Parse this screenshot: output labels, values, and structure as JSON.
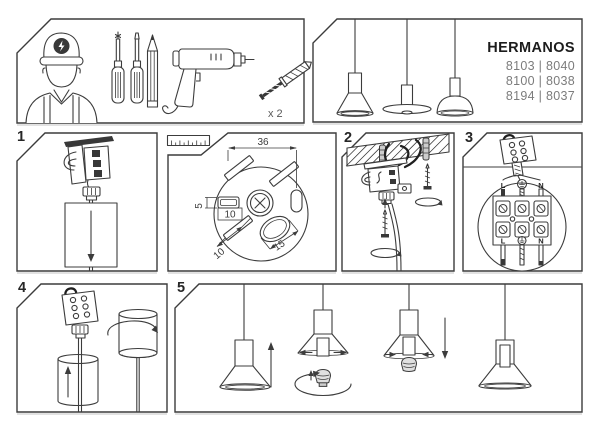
{
  "colors": {
    "line": "#3c3c3c",
    "text_dark": "#1c1c1c",
    "text_muted": "#7c7c7c"
  },
  "product": {
    "brand": "HERMANOS",
    "models": [
      "8103 | 8040",
      "8100 | 8038",
      "8194 | 8037"
    ]
  },
  "requirements": {
    "anchor_qty": "x 2",
    "icons": [
      "electrician-icon",
      "phillips-screwdriver-icon",
      "flat-screwdriver-icon",
      "pencil-icon",
      "drill-icon",
      "wall-anchor-icon"
    ]
  },
  "steps": {
    "one": "1",
    "two": "2",
    "three": "3",
    "four": "4",
    "five": "5"
  },
  "dimensions": {
    "plate_width": "36",
    "slot_height": "5",
    "slot_width": "10",
    "hole_small": "10",
    "hole_large": "15",
    "ruler": "ruler-icon"
  },
  "wiring": {
    "live_top": "L",
    "neutral_top": "N",
    "live_bottom": "L",
    "neutral_bottom": "N",
    "earth": "earth-symbol-icon"
  }
}
